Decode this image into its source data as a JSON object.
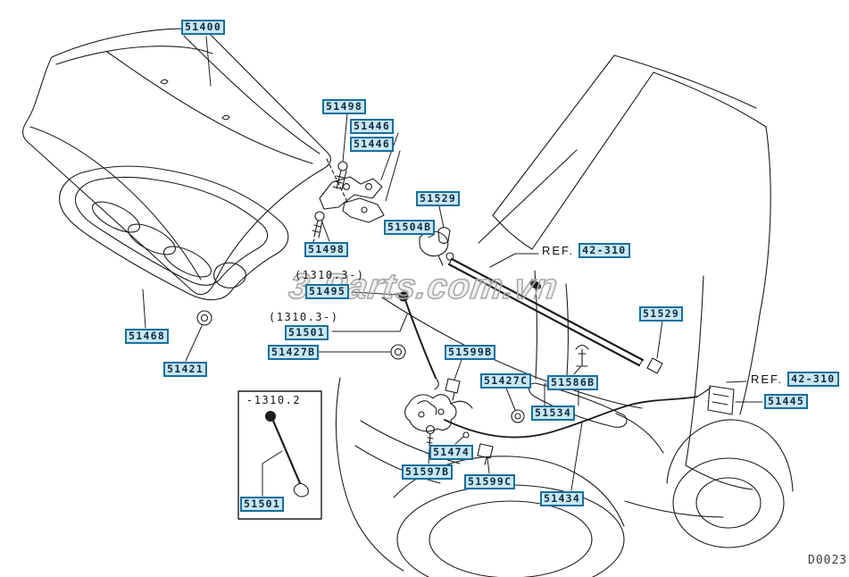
{
  "colors": {
    "background": "#ffffff",
    "label_border": "#17709e",
    "label_fill": "#c9e6f4",
    "label_text": "#0a2d42",
    "line_art": "#1c1c1c",
    "watermark": "#a9a9a9"
  },
  "watermark": {
    "text": "3-Parts.com.vn"
  },
  "footer": {
    "code": "D0023"
  },
  "inset": {
    "caption": "-1310.2"
  },
  "captions": [
    {
      "text": "(1310.3-)"
    },
    {
      "text": "(1310.3-)"
    }
  ],
  "refs": [
    {
      "prefix": "REF.",
      "code": "42-310"
    },
    {
      "prefix": "REF.",
      "code": "42-310"
    }
  ],
  "labels": [
    {
      "text": "51400"
    },
    {
      "text": "51498"
    },
    {
      "text": "51446"
    },
    {
      "text": "51446"
    },
    {
      "text": "51498"
    },
    {
      "text": "51495"
    },
    {
      "text": "51501"
    },
    {
      "text": "51427B"
    },
    {
      "text": "51468"
    },
    {
      "text": "51421"
    },
    {
      "text": "51529"
    },
    {
      "text": "51504B"
    },
    {
      "text": "51529"
    },
    {
      "text": "51445"
    },
    {
      "text": "51599B"
    },
    {
      "text": "51427C"
    },
    {
      "text": "51586B"
    },
    {
      "text": "51534"
    },
    {
      "text": "51474"
    },
    {
      "text": "51597B"
    },
    {
      "text": "51599C"
    },
    {
      "text": "51434"
    },
    {
      "text": "51501"
    }
  ]
}
